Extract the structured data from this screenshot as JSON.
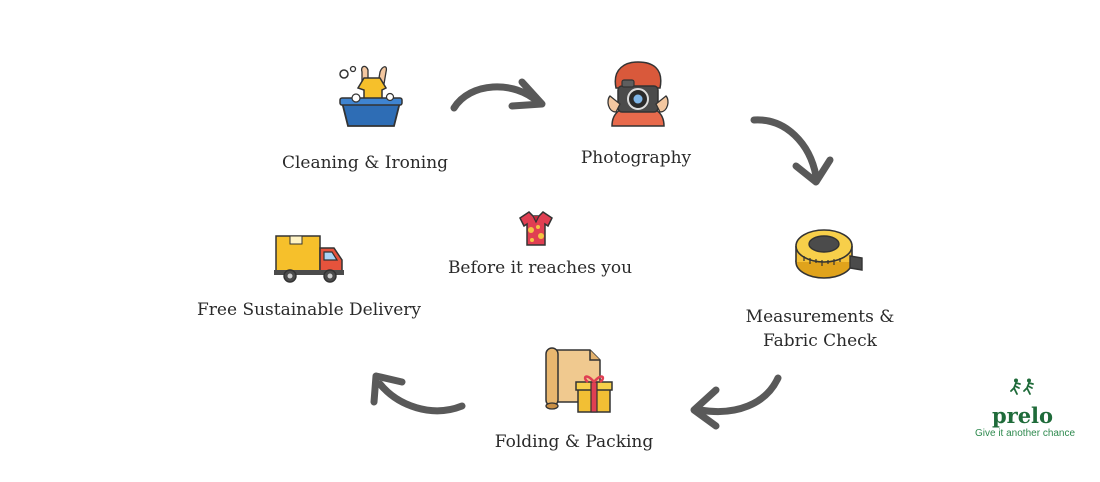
{
  "center": {
    "label": "Before it reaches you",
    "icon": "shirt-icon"
  },
  "steps": [
    {
      "label": "Cleaning & Ironing",
      "icon": "washing-basin-icon"
    },
    {
      "label": "Photography",
      "icon": "photographer-camera-icon"
    },
    {
      "label_lines": [
        "Measurements &",
        "Fabric Check"
      ],
      "icon": "measuring-tape-icon"
    },
    {
      "label": "Folding & Packing",
      "icon": "fabric-roll-gift-icon"
    },
    {
      "label": "Free Sustainable Delivery",
      "icon": "delivery-truck-icon"
    }
  ],
  "brand": {
    "name": "prelo",
    "tagline": "Give it another chance",
    "icon": "running-figures-icon"
  },
  "colors": {
    "arrow": "#595959",
    "brand": "#1f6b3a",
    "text": "#2a2a2a"
  }
}
